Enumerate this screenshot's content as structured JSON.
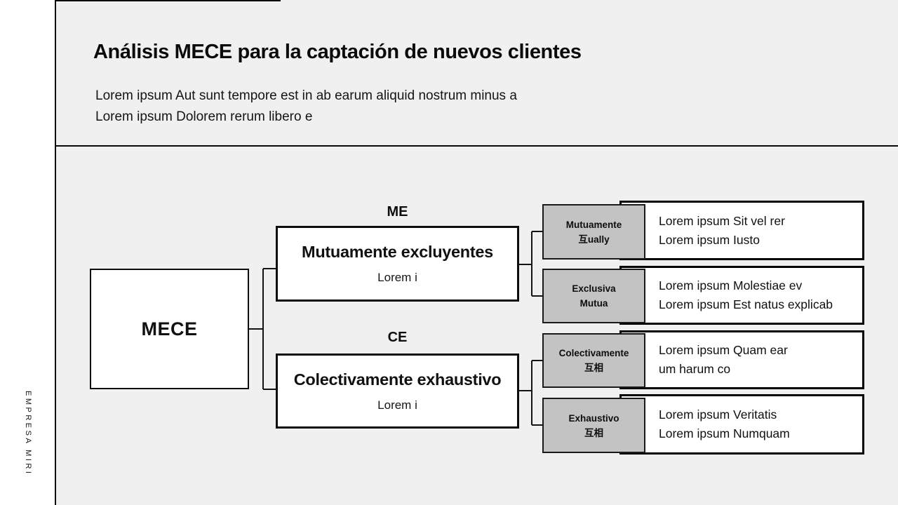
{
  "sidebar": {
    "company": "EMPRESA MIRI"
  },
  "header": {
    "title": "Análisis MECE para la captación de nuevos clientes",
    "subtitle_line1": "Lorem ipsum Aut sunt tempore est in ab earum aliquid nostrum minus a",
    "subtitle_line2": "Lorem ipsum Dolorem rerum libero e"
  },
  "diagram": {
    "root": {
      "label": "MECE"
    },
    "branches": [
      {
        "tag": "ME",
        "title": "Mutuamente excluyentes",
        "subtitle": "Lorem i"
      },
      {
        "tag": "CE",
        "title": "Colectivamente exhaustivo",
        "subtitle": "Lorem i"
      }
    ],
    "leaves": [
      {
        "label_line1": "Mutuamente",
        "label_line2": "互ually",
        "desc_line1": "Lorem ipsum Sit vel rer",
        "desc_line2": "Lorem ipsum Iusto"
      },
      {
        "label_line1": "Exclusiva",
        "label_line2": "Mutua",
        "desc_line1": "Lorem ipsum Molestiae ev",
        "desc_line2": "Lorem ipsum Est natus explicab"
      },
      {
        "label_line1": "Colectivamente",
        "label_line2": "互相",
        "desc_line1": "Lorem ipsum Quam ear",
        "desc_line2": "um harum co"
      },
      {
        "label_line1": "Exhaustivo",
        "label_line2": "互相",
        "desc_line1": "Lorem ipsum Veritatis",
        "desc_line2": "Lorem ipsum Numquam"
      }
    ]
  },
  "colors": {
    "main_background": "#f0f0f0",
    "sidebar_background": "#ffffff",
    "line": "#0d0d0d",
    "leaf_label_background": "#c3c3c3",
    "box_background": "#ffffff",
    "text": "#111111"
  }
}
